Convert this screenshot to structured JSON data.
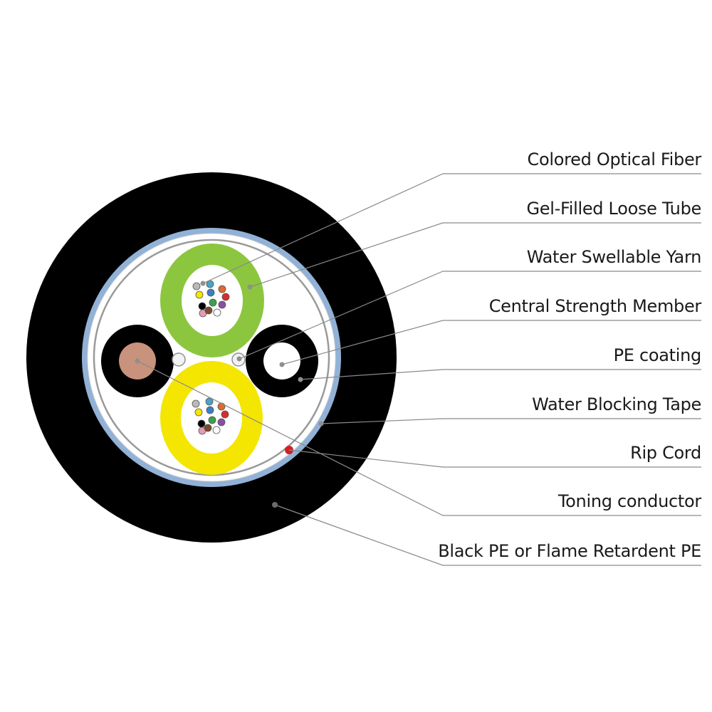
{
  "labels": [
    {
      "key": "colored_optical_fiber",
      "text": "Colored Optical Fiber"
    },
    {
      "key": "gel_filled_loose_tube",
      "text": "Gel-Filled Loose Tube"
    },
    {
      "key": "water_swellable_yarn",
      "text": "Water Swellable Yarn"
    },
    {
      "key": "central_strength_member",
      "text": "Central Strength Member"
    },
    {
      "key": "pe_coating",
      "text": "PE coating"
    },
    {
      "key": "water_blocking_tape",
      "text": "Water Blocking Tape"
    },
    {
      "key": "rip_cord",
      "text": "Rip Cord"
    },
    {
      "key": "toning_conductor",
      "text": "Toning conductor"
    },
    {
      "key": "black_pe",
      "text": "Black PE or Flame Retardent PE"
    }
  ],
  "colors": {
    "outer_jacket": "#000000",
    "water_blocking_tape": "#92b1d6",
    "inner_fill": "#ffffff",
    "tube_green": "#8cc63f",
    "tube_yellow": "#f4e600",
    "conductor_copper": "#c9927c",
    "pe_ring": "#000000",
    "rip_cord": "#d21f26",
    "leader_line": "#8a8a8a"
  },
  "fiber_colors": [
    "#b9b9b9",
    "#4aa3c7",
    "#f4e600",
    "#e06a2d",
    "#3b7fc4",
    "#d62e2e",
    "#8b4fa0",
    "#000000",
    "#e79ab5",
    "#3aa24a",
    "#ffffff",
    "#7a4a2a"
  ]
}
